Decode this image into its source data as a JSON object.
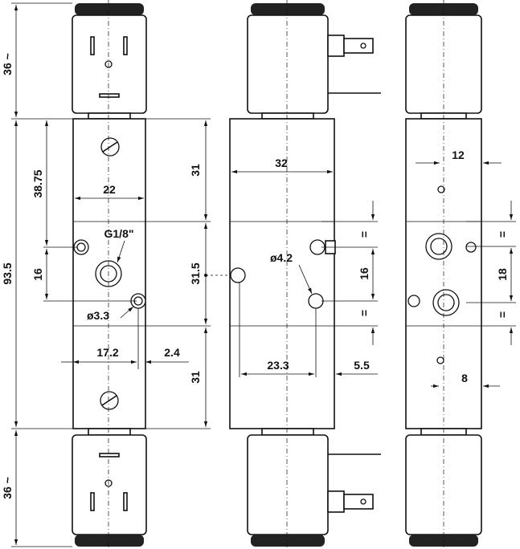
{
  "dimensions": {
    "top_coil": "36 ~",
    "bottom_coil": "36 ~",
    "total_height": "93.5",
    "body_to_center": "38.75",
    "port_spacing_left": "16",
    "body_width": "22",
    "port_thread": "G1/8\"",
    "mount_hole_left": "ø3.3",
    "hole_offset": "17.2",
    "hole_edge": "2.4",
    "upper_section": "31",
    "middle_section": "31.5",
    "lower_section": "31",
    "side_width": "32",
    "side_hole": "ø4.2",
    "side_port_spacing": "16",
    "equal_sign": "=",
    "side_hole_offset": "23.3",
    "side_edge": "5.5",
    "right_top_offset": "12",
    "right_port_spacing": "18",
    "right_bottom_offset": "8"
  }
}
